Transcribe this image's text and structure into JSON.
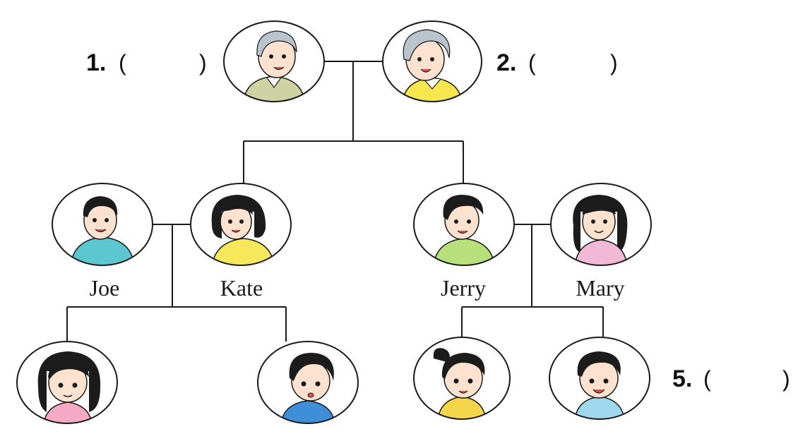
{
  "questions": {
    "q1": {
      "num": "1.",
      "open": "(",
      "close": ")"
    },
    "q2": {
      "num": "2.",
      "open": "(",
      "close": ")"
    },
    "q5": {
      "num": "5.",
      "open": "(",
      "close": ")"
    }
  },
  "names": {
    "joe": "Joe",
    "kate": "Kate",
    "jerry": "Jerry",
    "mary": "Mary"
  },
  "colors": {
    "line": "#1a1a1a",
    "skin": "#fde3cf",
    "hair_black": "#1c1c1c",
    "hair_grey": "#b9c4cc",
    "shirt_grandpa": "#cfd3a4",
    "shirt_grandma": "#f7e64e",
    "shirt_joe": "#5cc7d1",
    "shirt_kate": "#f6e85a",
    "shirt_jerry": "#b7df7a",
    "shirt_mary": "#f2b8d6",
    "shirt_girl1": "#f4a9c4",
    "shirt_boy1": "#3f8ed8",
    "shirt_girl2": "#f5d54a",
    "shirt_boy2": "#9fd8ec"
  }
}
